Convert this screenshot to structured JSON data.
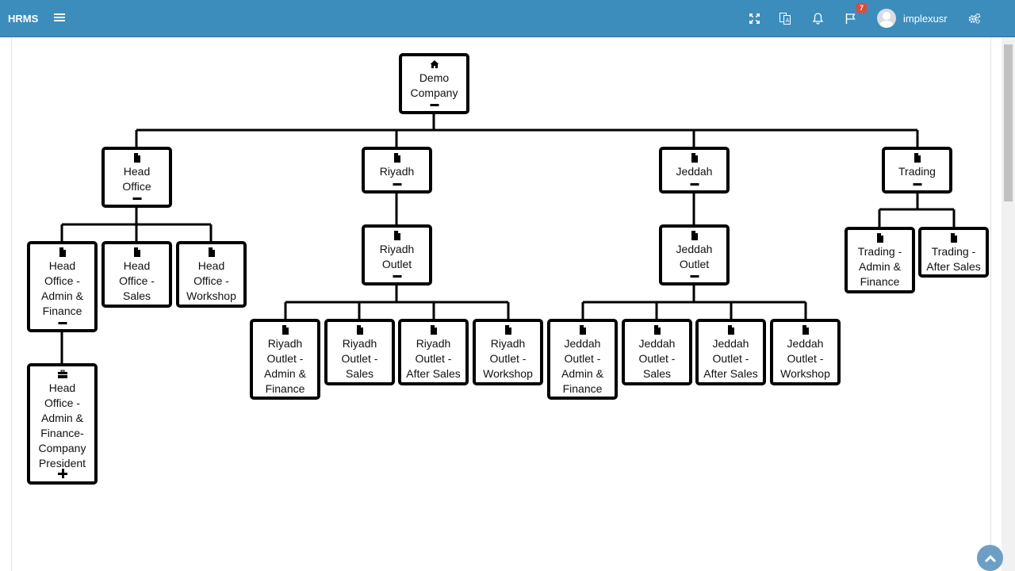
{
  "header": {
    "brand": "HRMS",
    "notification_count": "7",
    "username": "implexusr",
    "accent_color": "#3c8dbc"
  },
  "icons": {
    "menu": "hamburger-icon",
    "fullscreen": "expand-icon",
    "language": "translate-icon",
    "notifications": "bell-icon",
    "tasks": "flag-icon",
    "settings": "gears-icon",
    "root": "home-icon",
    "department": "file-icon",
    "position": "briefcase-icon",
    "scroll_top": "chevron-up-icon"
  },
  "org_chart": {
    "root": "Demo\nCompany",
    "head_office": "Head\nOffice",
    "head_office_admin": "Head\nOffice -\nAdmin &\nFinance",
    "head_office_sales": "Head\nOffice -\nSales",
    "head_office_workshop": "Head\nOffice -\nWorkshop",
    "head_office_president": "Head\nOffice -\nAdmin &\nFinance-\nCompany\nPresident",
    "riyadh": "Riyadh",
    "riyadh_outlet": "Riyadh\nOutlet",
    "riyadh_outlet_admin": "Riyadh\nOutlet -\nAdmin &\nFinance",
    "riyadh_outlet_sales": "Riyadh\nOutlet -\nSales",
    "riyadh_outlet_after_sales": "Riyadh\nOutlet -\nAfter Sales",
    "riyadh_outlet_workshop": "Riyadh\nOutlet -\nWorkshop",
    "jeddah": "Jeddah",
    "jeddah_outlet": "Jeddah\nOutlet",
    "jeddah_outlet_admin": "Jeddah\nOutlet -\nAdmin &\nFinance",
    "jeddah_outlet_sales": "Jeddah\nOutlet -\nSales",
    "jeddah_outlet_after_sales": "Jeddah\nOutlet -\nAfter Sales",
    "jeddah_outlet_workshop": "Jeddah\nOutlet -\nWorkshop",
    "trading": "Trading",
    "trading_admin": "Trading -\nAdmin &\nFinance",
    "trading_after_sales": "Trading -\nAfter Sales"
  }
}
